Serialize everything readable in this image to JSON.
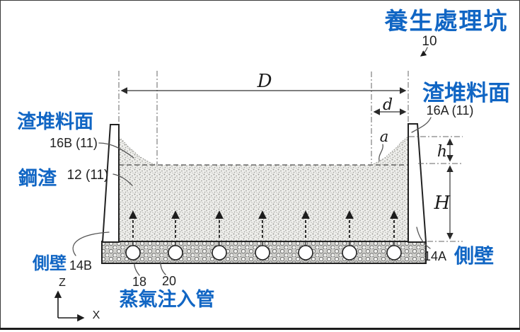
{
  "figure": {
    "kind": "patent-cross-section-diagram",
    "colors": {
      "annotation_blue": "#1166c4",
      "line_black": "#222222",
      "slag_dot_gray": "#a2a29e",
      "slab_gray": "#d6d6d3"
    },
    "blue_labels": {
      "title": "養生處理坑",
      "surface_right": "渣堆料面",
      "surface_left": "渣堆料面",
      "steel_slag": "鋼渣",
      "wall_left": "側壁",
      "wall_right": "側壁",
      "steam_pipe": "蒸氣注入管"
    },
    "ref_labels": {
      "pit": "10",
      "surface_a": "16A (11)",
      "surface_b": "16B (11)",
      "slag": "12 (11)",
      "wall_b": "14B",
      "wall_a": "14A",
      "pipe": "18",
      "base": "20"
    },
    "dimensions": {
      "pit_width": "D",
      "edge_width": "d",
      "slope_angle": "a",
      "mound_height": "h",
      "fill_height": "H"
    },
    "axes": {
      "vertical": "Z",
      "horizontal": "X"
    }
  }
}
